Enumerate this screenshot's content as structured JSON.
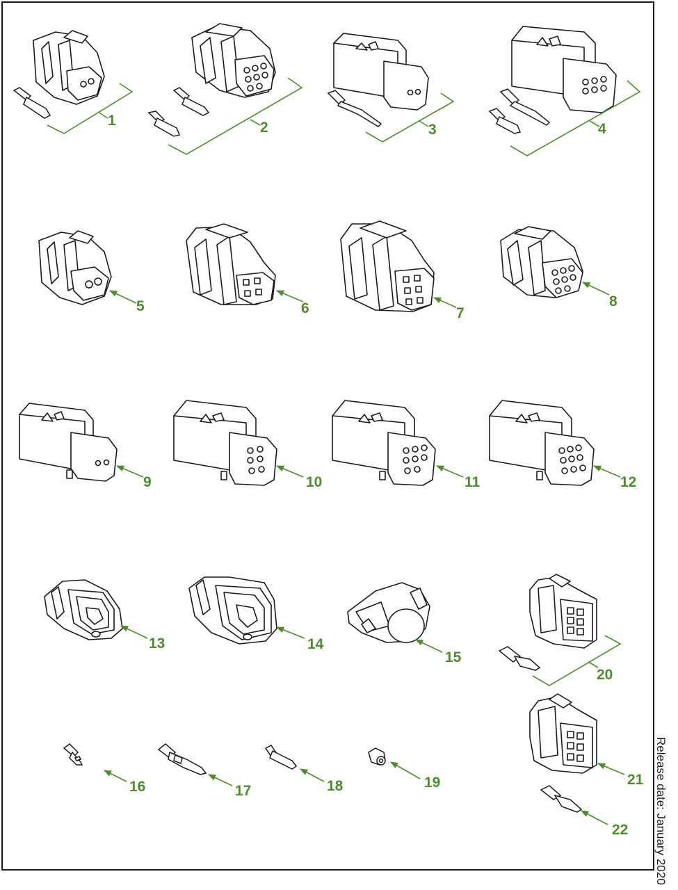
{
  "release_note": "Release date: January 2020",
  "colors": {
    "callout": "#4e8c2e",
    "outline": "#1a1a1a",
    "fill": "#ffffff"
  },
  "callouts": [
    {
      "id": "1",
      "label": "1"
    },
    {
      "id": "2",
      "label": "2"
    },
    {
      "id": "3",
      "label": "3"
    },
    {
      "id": "4",
      "label": "4"
    },
    {
      "id": "5",
      "label": "5"
    },
    {
      "id": "6",
      "label": "6"
    },
    {
      "id": "7",
      "label": "7"
    },
    {
      "id": "8",
      "label": "8"
    },
    {
      "id": "9",
      "label": "9"
    },
    {
      "id": "10",
      "label": "10"
    },
    {
      "id": "11",
      "label": "11"
    },
    {
      "id": "12",
      "label": "12"
    },
    {
      "id": "13",
      "label": "13"
    },
    {
      "id": "14",
      "label": "14"
    },
    {
      "id": "15",
      "label": "15"
    },
    {
      "id": "16",
      "label": "16"
    },
    {
      "id": "17",
      "label": "17"
    },
    {
      "id": "18",
      "label": "18"
    },
    {
      "id": "19",
      "label": "19"
    },
    {
      "id": "20",
      "label": "20"
    },
    {
      "id": "21",
      "label": "21"
    },
    {
      "id": "22",
      "label": "22"
    }
  ]
}
